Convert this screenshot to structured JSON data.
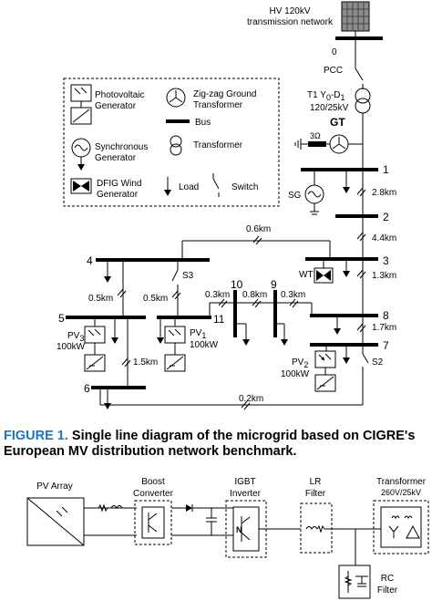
{
  "figure1": {
    "hv_line1": "HV 120kV",
    "hv_line2": "transmission network",
    "node0": "0",
    "pcc": "PCC",
    "t1": "T1 Y",
    "t1_sub_a": "0",
    "t1_d": "-D",
    "t1_sub_b": "1",
    "t1_rating": "120/25kV",
    "gt": "GT",
    "three_omega": "3Ω",
    "nodes": [
      "1",
      "2",
      "3",
      "4",
      "5",
      "6",
      "7",
      "8",
      "9",
      "10",
      "11"
    ],
    "dist_2_8": "2.8km",
    "dist_4_4": "4.4km",
    "dist_0_6": "0.6km",
    "dist_1_3": "1.3km",
    "dist_0_5a": "0.5km",
    "dist_0_5b": "0.5km",
    "dist_0_3a": "0.3km",
    "dist_0_8": "0.8km",
    "dist_0_3b": "0.3km",
    "dist_1_7": "1.7km",
    "dist_1_5": "1.5km",
    "dist_0_2": "0.2km",
    "sg": "SG",
    "wt": "WT",
    "s2": "S2",
    "s3": "S3",
    "pv3": "PV",
    "pv3_sub": "3",
    "pv3_kw": "100kW",
    "pv1": "PV",
    "pv1_sub": "1",
    "pv1_kw": "100kW",
    "pv2": "PV",
    "pv2_sub": "2",
    "pv2_kw": "100kW",
    "legend": {
      "pv_line1": "Photovoltaic",
      "pv_line2": "Generator",
      "zz_line1": "Zig-zag Ground",
      "zz_line2": "Transformer",
      "bus": "Bus",
      "sync_line1": "Synchronous",
      "sync_line2": "Generator",
      "transformer": "Transformer",
      "dfig_line1": "DFIG Wind",
      "dfig_line2": "Generator",
      "load": "Load",
      "switch": "Switch"
    }
  },
  "caption": {
    "tag": "FIGURE 1.",
    "text": "Single line diagram of the microgrid based on CIGRE's European MV distribution network benchmark."
  },
  "figure2": {
    "pv_array": "PV Array",
    "boost_line1": "Boost",
    "boost_line2": "Converter",
    "igbt_line1": "IGBT",
    "igbt_line2": "Inverter",
    "lr_line1": "LR",
    "lr_line2": "Filter",
    "transformer": "Transformer",
    "transformer_rating": "260V/25kV",
    "rc_line1": "RC",
    "rc_line2": "Filter"
  }
}
